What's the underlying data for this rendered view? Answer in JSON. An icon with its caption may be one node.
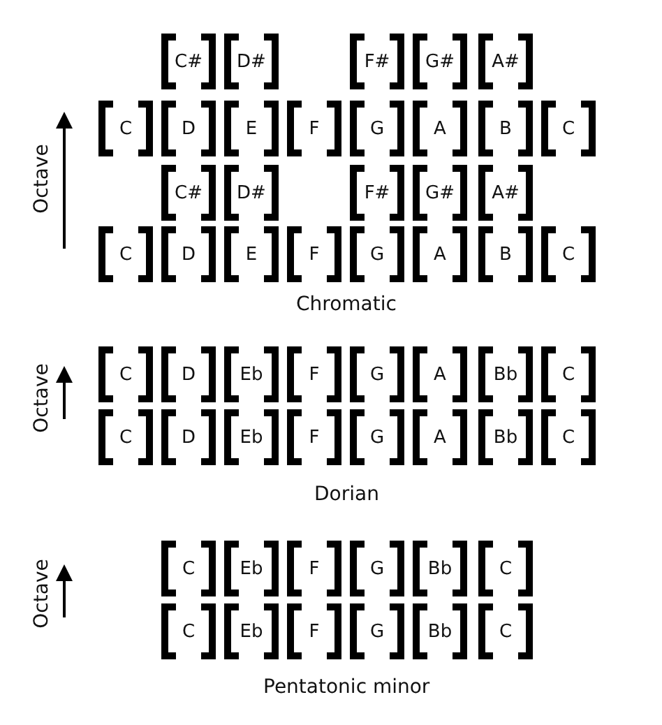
{
  "diagram": {
    "nodes": [
      {
        "text": [
          "C#"
        ]
      },
      {
        "text": [
          "D#"
        ]
      },
      {
        "text": [
          "F#"
        ]
      },
      {
        "text": [
          "G#"
        ]
      },
      {
        "text": [
          "A#"
        ]
      },
      {
        "text": [
          "C"
        ]
      },
      {
        "text": [
          "D"
        ]
      },
      {
        "text": [
          "E"
        ]
      },
      {
        "text": [
          "F"
        ]
      },
      {
        "text": [
          "G"
        ]
      },
      {
        "text": [
          "A"
        ]
      },
      {
        "text": [
          "B"
        ]
      },
      {
        "text": [
          "C"
        ]
      },
      {
        "text": [
          "C#"
        ]
      },
      {
        "text": [
          "D#"
        ]
      },
      {
        "text": [
          "F#"
        ]
      },
      {
        "text": [
          "G#"
        ]
      },
      {
        "text": [
          "A#"
        ]
      },
      {
        "text": [
          "C"
        ]
      },
      {
        "text": [
          "D"
        ]
      },
      {
        "text": [
          "E"
        ]
      },
      {
        "text": [
          "F"
        ]
      },
      {
        "text": [
          "G"
        ]
      },
      {
        "text": [
          "A"
        ]
      },
      {
        "text": [
          "B"
        ]
      },
      {
        "text": [
          "C"
        ]
      },
      {
        "text": [
          "C"
        ]
      },
      {
        "text": [
          "D"
        ]
      },
      {
        "text": [
          "Eb"
        ]
      },
      {
        "text": [
          "F"
        ]
      },
      {
        "text": [
          "G"
        ]
      },
      {
        "text": [
          "A"
        ]
      },
      {
        "text": [
          "Bb"
        ]
      },
      {
        "text": [
          "C"
        ]
      },
      {
        "text": [
          "C"
        ]
      },
      {
        "text": [
          "D"
        ]
      },
      {
        "text": [
          "Eb"
        ]
      },
      {
        "text": [
          "F"
        ]
      },
      {
        "text": [
          "G"
        ]
      },
      {
        "text": [
          "A"
        ]
      },
      {
        "text": [
          "Bb"
        ]
      },
      {
        "text": [
          "C"
        ]
      },
      {
        "text": [
          "C"
        ]
      },
      {
        "text": [
          "Eb"
        ]
      },
      {
        "text": [
          "F"
        ]
      },
      {
        "text": [
          "G"
        ]
      },
      {
        "text": [
          "Bb"
        ]
      },
      {
        "text": [
          "C"
        ]
      },
      {
        "text": [
          "C"
        ]
      },
      {
        "text": [
          "Eb"
        ]
      },
      {
        "text": [
          "F"
        ]
      },
      {
        "text": [
          "G"
        ]
      },
      {
        "text": [
          "Bb"
        ]
      },
      {
        "text": [
          "C"
        ]
      }
    ],
    "edges": [],
    "labels": [
      "Octave",
      "Chromatic",
      "Octave",
      "Dorian",
      "Octave",
      "Pentatonic minor"
    ]
  }
}
